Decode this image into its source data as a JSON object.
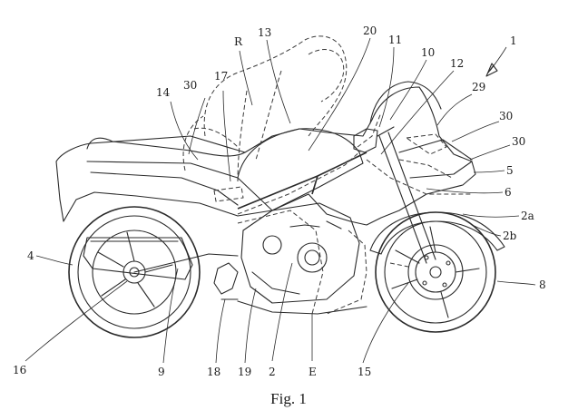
{
  "labels": {
    "l1": "1",
    "lR": "R",
    "l13": "13",
    "l20": "20",
    "l11": "11",
    "l10": "10",
    "l12": "12",
    "l29": "29",
    "l30a": "30",
    "l30b": "30",
    "l30c": "30",
    "l17": "17",
    "l14": "14",
    "l5": "5",
    "l6": "6",
    "l2a": "2a",
    "l2b": "2b",
    "l4": "4",
    "l8": "8",
    "l16": "16",
    "l9": "9",
    "l18": "18",
    "l19": "19",
    "l2": "2",
    "lE": "E",
    "l15": "15"
  },
  "caption": "Fig. 1"
}
